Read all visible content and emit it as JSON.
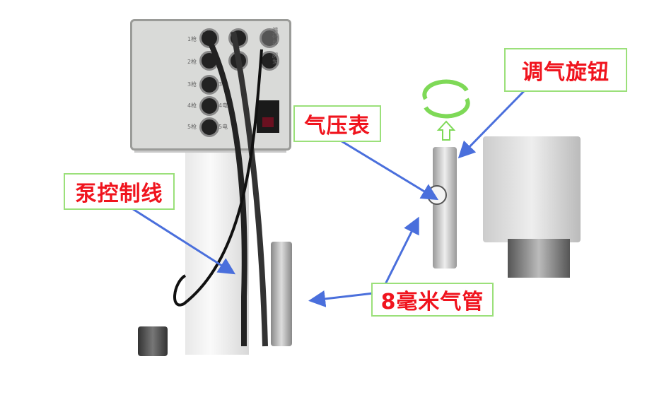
{
  "callouts": {
    "knob": "调气旋钮",
    "gauge": "气压表",
    "pump_line": "泵控制线",
    "air_tube": "8毫米气管"
  },
  "control_box": {
    "ports": [
      "1枪",
      "2枪",
      "3枪",
      "4枪",
      "5枪"
    ],
    "ports2": [
      "3电",
      "4电",
      "5电"
    ],
    "encoder": "编码器",
    "foot": "脚泵"
  },
  "colors": {
    "label_text": "#f0141e",
    "label_border": "#9be07a",
    "arrow": "#4a6fdc",
    "rotate_icon": "#7ed957"
  }
}
